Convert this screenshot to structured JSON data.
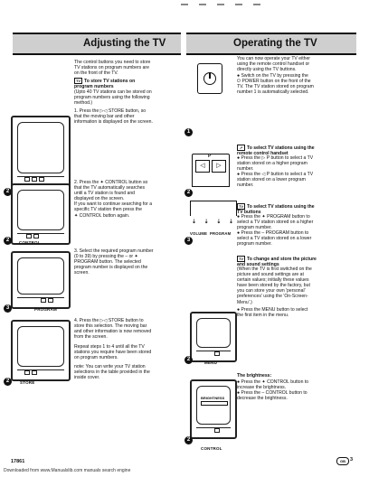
{
  "page": {
    "header_left": "Adjusting the TV",
    "header_right": "Operating the TV",
    "footer_code": "17861",
    "page_number": "3",
    "footer_watermark": "Downloaded from www.Manualslib.com manuals search engine"
  },
  "left": {
    "intro": "The control buttons you need to store\nTV stations on program numbers are\non the front of the TV.",
    "store_title": "To store TV stations on\nprogram numbers",
    "store_note": "(Upto 40 TV stations can be stored on\nprogram numbers using the following\nmethod.)",
    "step1": "1. Press the ▷◁ STORE button, so\nthat the moving bar and other\ninformation is displayed on the screen.",
    "step2": "2. Press the ✦ CONTROL button so\nthat the TV automatically searches\nuntil a TV station is found and\ndisplayed on the screen.\nIf you want to continue searching for a\nspecific TV station then press the\n✦ CONTROL button again.",
    "step3": "3. Select the required program number\n(0 to 39) by pressing the – or ✦\nPROGRAM button. The selected\nprogram number is displayed on the\nscreen.",
    "step4": "4. Press the ▷◁ STORE button to\nstore this selection. The moving bar\nand other information is now removed\nfrom the screen.",
    "repeat": "Repeat steps 1 to 4 until all the TV\nstations you require have been stored\non program numbers.",
    "note": "note: You can write your TV station\nselections in the table provided in the\ninside cover.",
    "label_store": "STORE",
    "label_control": "CONTROL",
    "label_program": "PROGRAM",
    "label_store2": "STORE",
    "num2": "2",
    "num2b": "2",
    "num3": "3",
    "num2c": "2"
  },
  "right": {
    "intro": "You can now operate your TV either\nusing the remote control handset or\ndirectly using the TV buttons.",
    "switch_on": "● Switch on the TV by pressing the\n⏻ POWER button on the front of the\nTV. The TV station stored on program\nnumber 1 is automatically selected.",
    "num1": "1",
    "remote_title": "To select TV stations using the\nremote control handset",
    "remote_text": "● Press the ▷ P button to select a TV\nstation stored on a higher program\nnumber.\n● Press the ◁ P button to select a TV\nstation stored on a lower program\nnumber.",
    "remote_p": "P",
    "num2": "2",
    "tvbtn_title": "To select TV stations using the\nTV buttons",
    "tvbtn_text": "● Press the ✦ PROGRAM button to\nselect a TV station stored on a higher\nprogram number.\n● Press the – PROGRAM button to\nselect a TV station stored on a lower\nprogram number.",
    "label_volume": "VOLUME",
    "label_program": "PROGRAM",
    "num3": "3",
    "picture_title": "To change and store the picture\nand sound settings",
    "picture_text": "(When the TV is first switched on the\npicture and sound settings are at\ncertain values; initially these values\nhave been stored by the factory, but\nyou can store your own 'personal'\npreferences' using the 'On-Screen-\nMenu'.)",
    "menu_text": "● Press the MENU button to select\nthe first item in the menu.",
    "label_menu": "MENU",
    "num2b": "2",
    "brightness_title": "The brightness:",
    "brightness_text": "● Press the ✦ CONTROL button to\nincrease the brightness.\n● Press the – CONTROL button to\ndecrease the brightness.",
    "label_brightness": "BRIGHTNESS",
    "label_control": "CONTROL",
    "num2c": "2"
  }
}
